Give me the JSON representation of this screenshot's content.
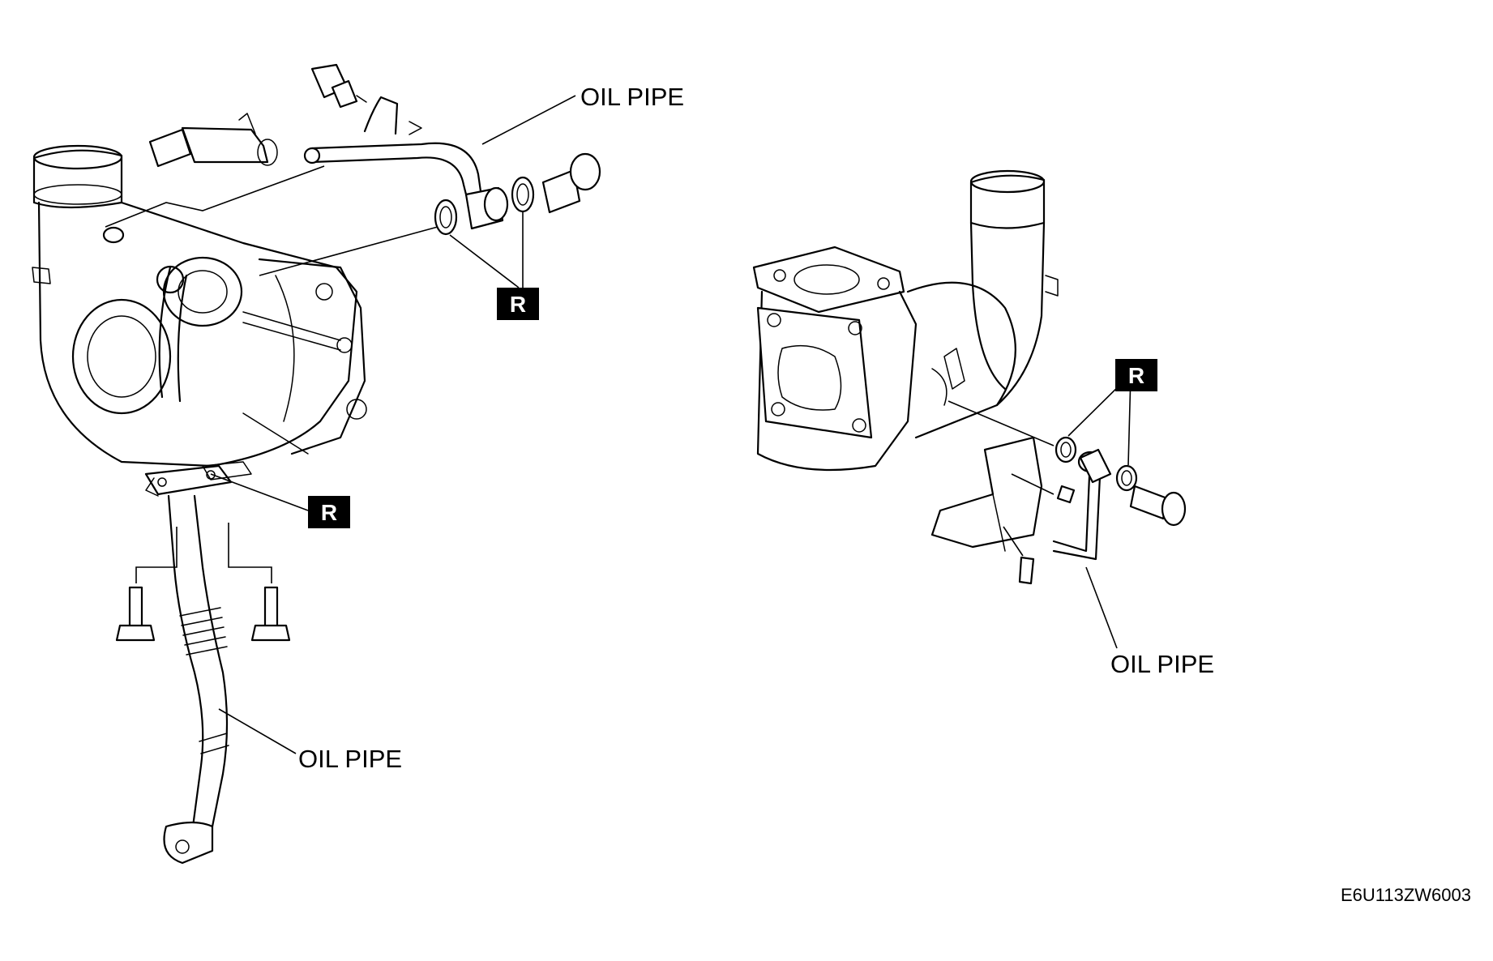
{
  "labels": {
    "oil_pipe_top": "OIL PIPE",
    "oil_pipe_bottom": "OIL PIPE",
    "oil_pipe_right": "OIL PIPE",
    "replace_marker_1": "R",
    "replace_marker_2": "R",
    "replace_marker_3": "R"
  },
  "figure_code": "E6U113ZW6003",
  "colors": {
    "line": "#000000",
    "background": "#ffffff",
    "marker_fill": "#000000",
    "marker_text": "#ffffff"
  }
}
